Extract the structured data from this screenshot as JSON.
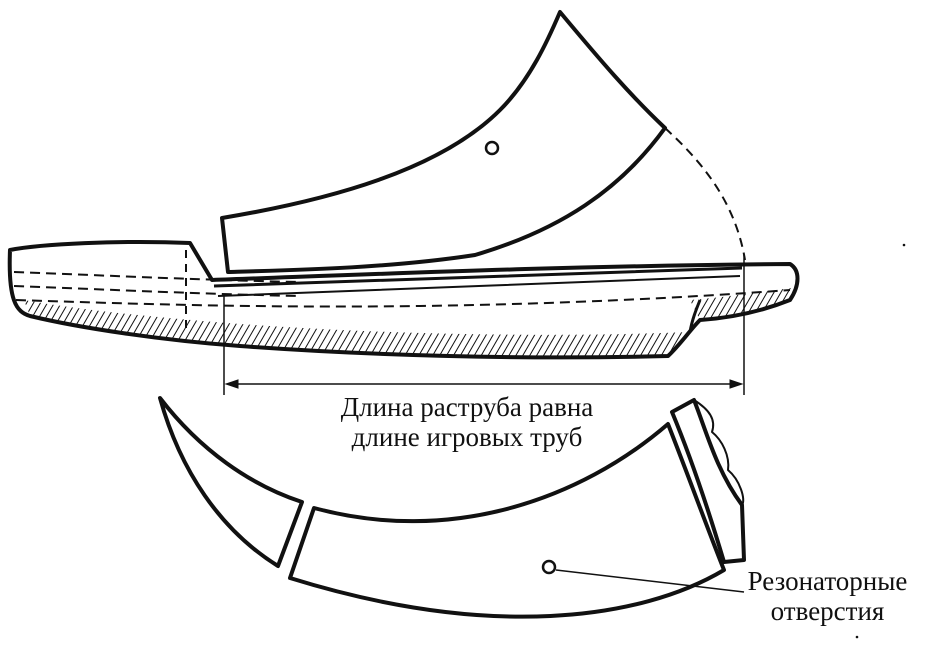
{
  "labels": {
    "length_line1": "Длина раструба равна",
    "length_line2": "длине игровых труб",
    "resonator_line1": "Резонаторные",
    "resonator_line2": "отверстия"
  },
  "colors": {
    "ink": "#111111",
    "paper": "#ffffff"
  }
}
